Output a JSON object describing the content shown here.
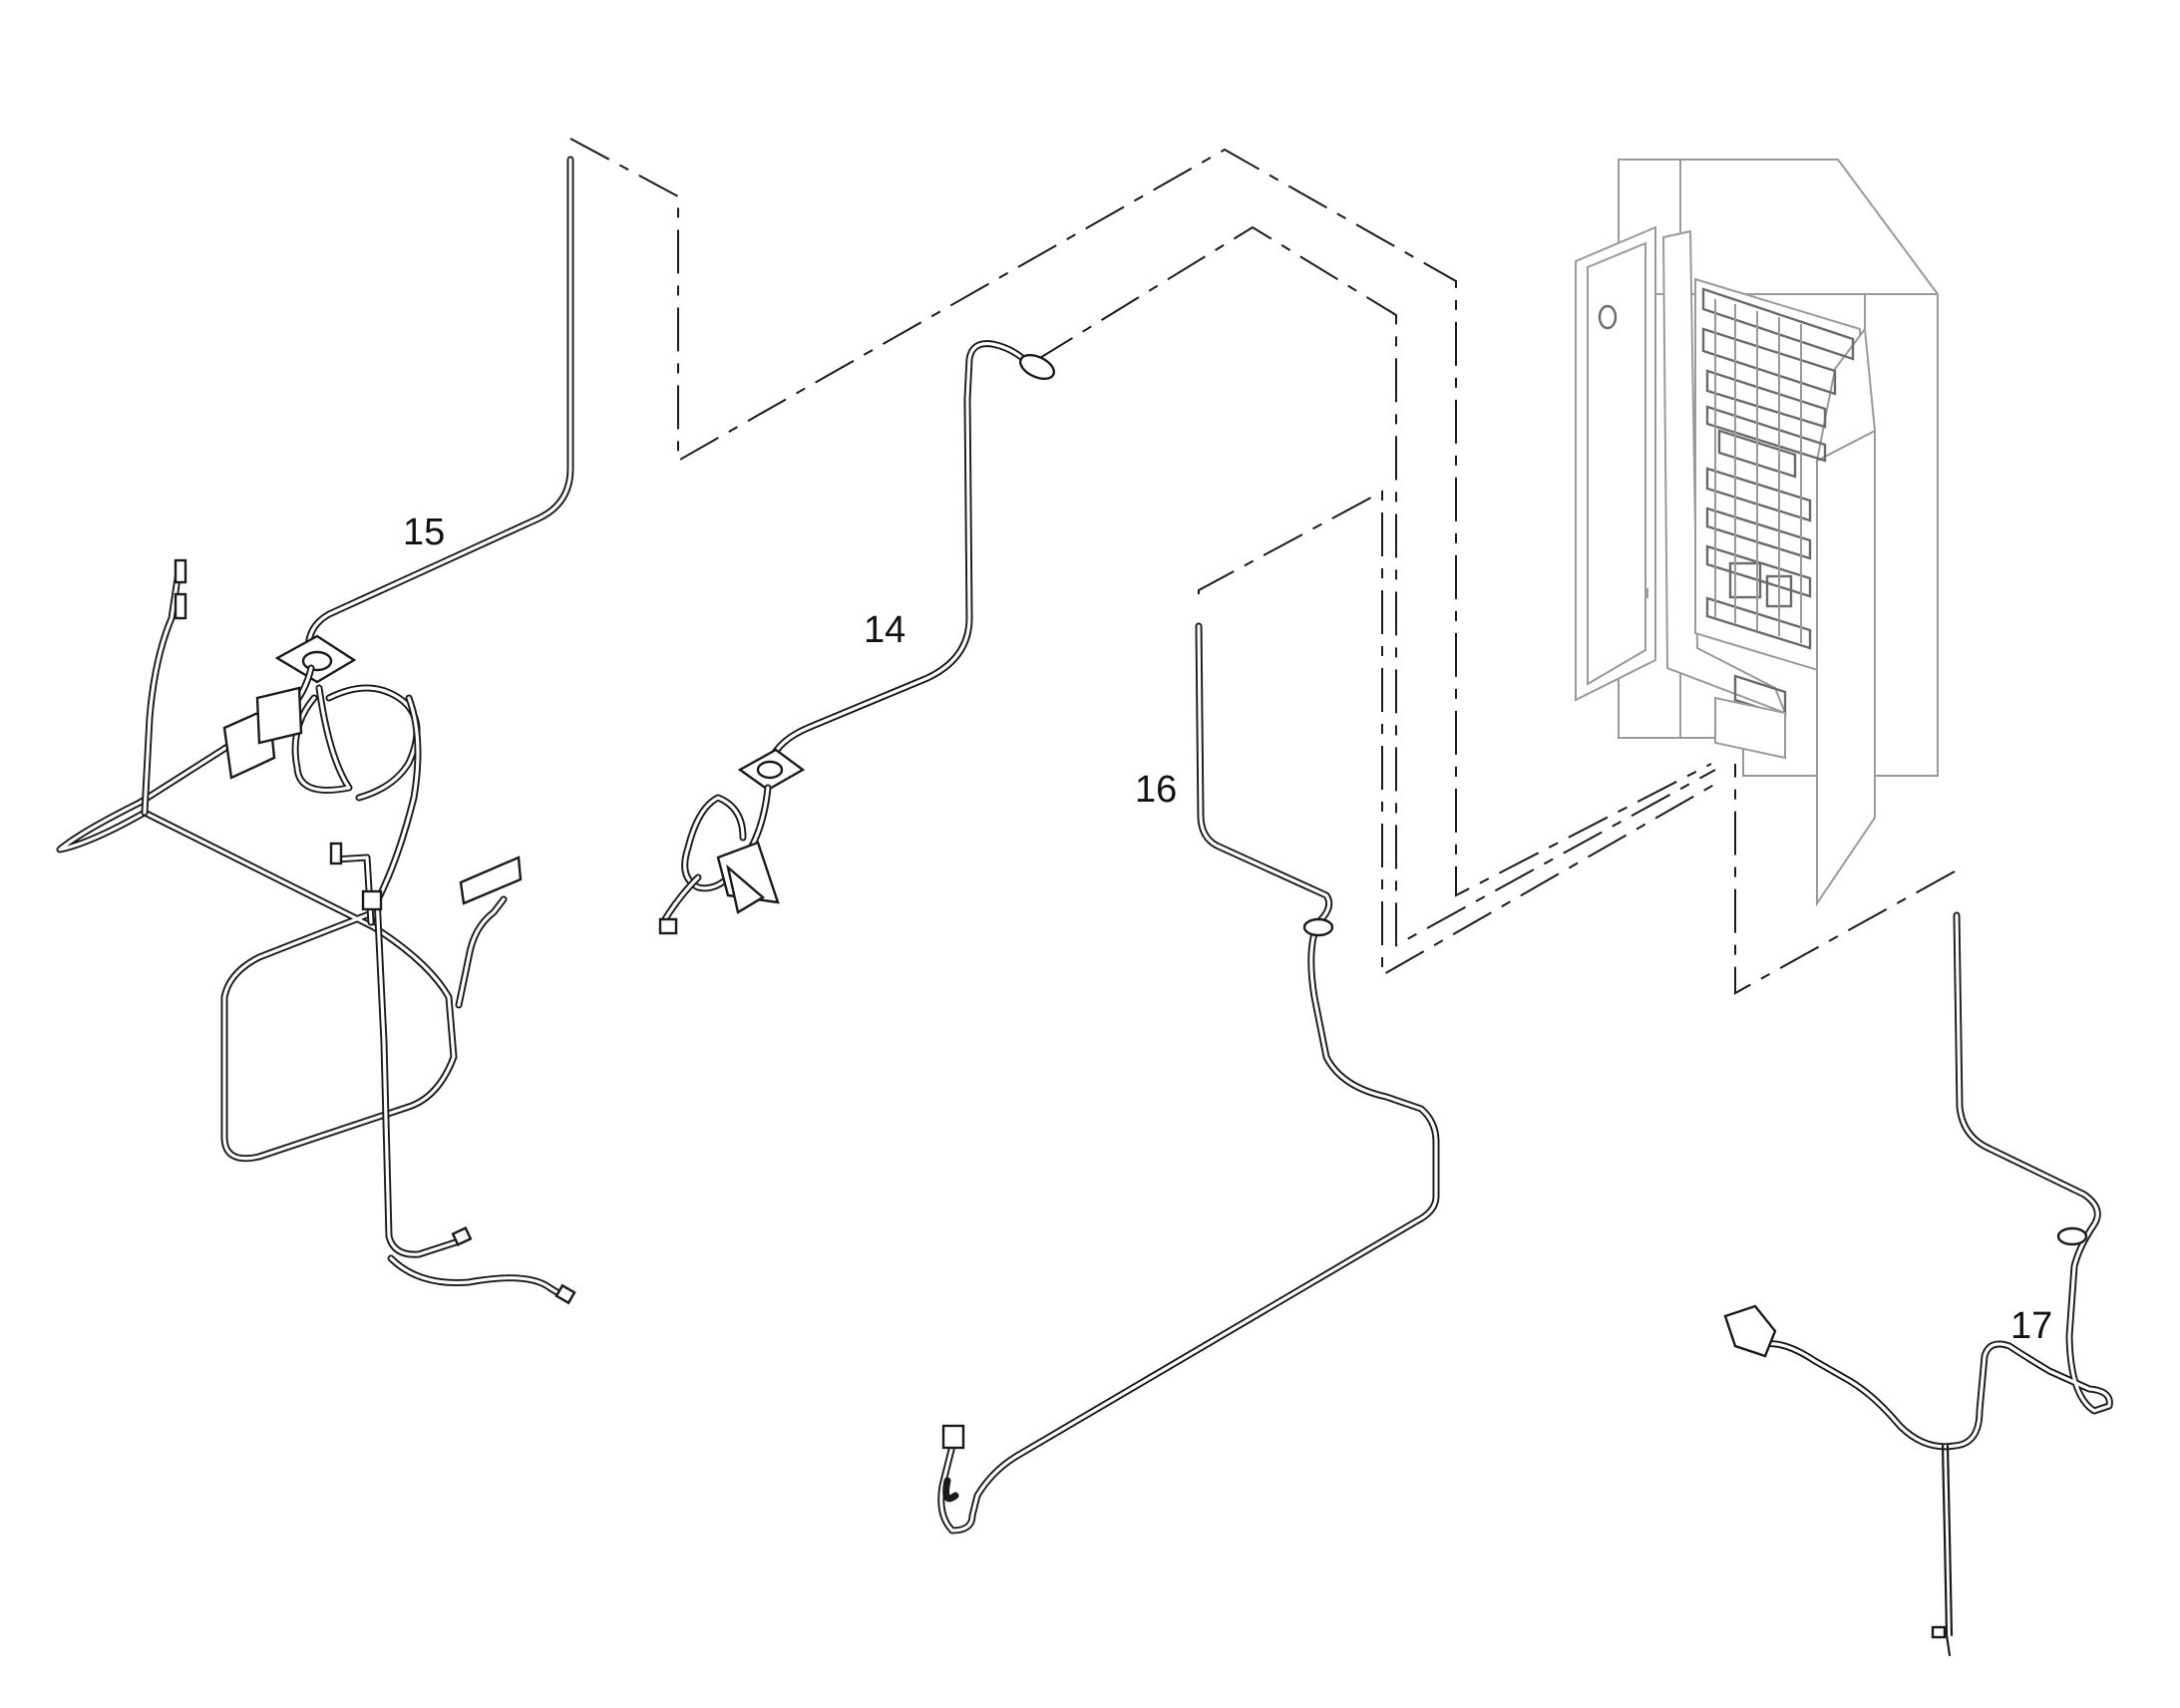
{
  "callouts": {
    "cable_14": "14",
    "cable_15": "15",
    "cable_16": "16",
    "cable_17": "17"
  }
}
